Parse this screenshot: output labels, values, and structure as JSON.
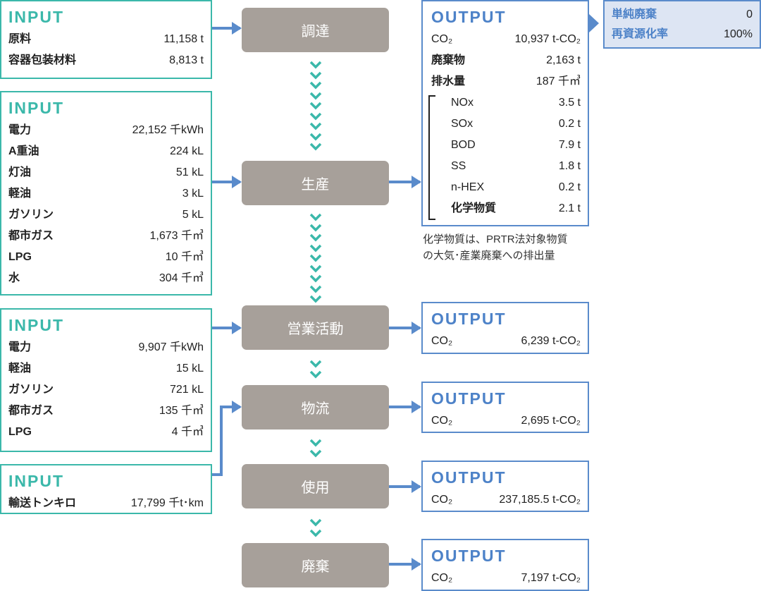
{
  "inputs": [
    {
      "title": "INPUT",
      "rows": [
        [
          "原料",
          "11,158 t"
        ],
        [
          "容器包装材料",
          "8,813 t"
        ]
      ]
    },
    {
      "title": "INPUT",
      "rows": [
        [
          "電力",
          "22,152 千kWh"
        ],
        [
          "A重油",
          "224 kL"
        ],
        [
          "灯油",
          "51 kL"
        ],
        [
          "軽油",
          "3 kL"
        ],
        [
          "ガソリン",
          "5 kL"
        ],
        [
          "都市ガス",
          "1,673 千㎥"
        ],
        [
          "LPG",
          "10 千㎥"
        ],
        [
          "水",
          "304 千㎥"
        ]
      ]
    },
    {
      "title": "INPUT",
      "rows": [
        [
          "電力",
          "9,907 千kWh"
        ],
        [
          "軽油",
          "15 kL"
        ],
        [
          "ガソリン",
          "721 kL"
        ],
        [
          "都市ガス",
          "135 千㎥"
        ],
        [
          "LPG",
          "4 千㎥"
        ]
      ]
    },
    {
      "title": "INPUT",
      "rows": [
        [
          "輸送トンキロ",
          "17,799 千t･km"
        ]
      ]
    }
  ],
  "processes": [
    "調達",
    "生産",
    "営業活動",
    "物流",
    "使用",
    "廃棄"
  ],
  "outputs": [
    {
      "title": "OUTPUT",
      "rows": [
        [
          "CO₂",
          "10,937 t-CO₂"
        ],
        [
          "廃棄物",
          "2,163 t"
        ],
        [
          "排水量",
          "187 千㎥"
        ]
      ],
      "sub_rows": [
        [
          "NOx",
          "3.5 t"
        ],
        [
          "SOx",
          "0.2 t"
        ],
        [
          "BOD",
          "7.9 t"
        ],
        [
          "SS",
          "1.8 t"
        ],
        [
          "n-HEX",
          "0.2 t"
        ],
        [
          "化学物質",
          "2.1 t"
        ]
      ]
    },
    {
      "title": "OUTPUT",
      "rows": [
        [
          "CO₂",
          "6,239 t-CO₂"
        ]
      ]
    },
    {
      "title": "OUTPUT",
      "rows": [
        [
          "CO₂",
          "2,695 t-CO₂"
        ]
      ]
    },
    {
      "title": "OUTPUT",
      "rows": [
        [
          "CO₂",
          "237,185.5 t-CO₂"
        ]
      ]
    },
    {
      "title": "OUTPUT",
      "rows": [
        [
          "CO₂",
          "7,197 t-CO₂"
        ]
      ]
    }
  ],
  "waste_panel": {
    "rows": [
      [
        "単純廃棄",
        "0"
      ],
      [
        "再資源化率",
        "100%"
      ]
    ]
  },
  "note": {
    "line1": "化学物質は、PRTR法対象物質",
    "line2": "の大気･産業廃棄への排出量"
  },
  "colors": {
    "input": "#3bb8aa",
    "output": "#5a8bcb",
    "process": "#a7a09a",
    "panel": "#dde5f3"
  }
}
